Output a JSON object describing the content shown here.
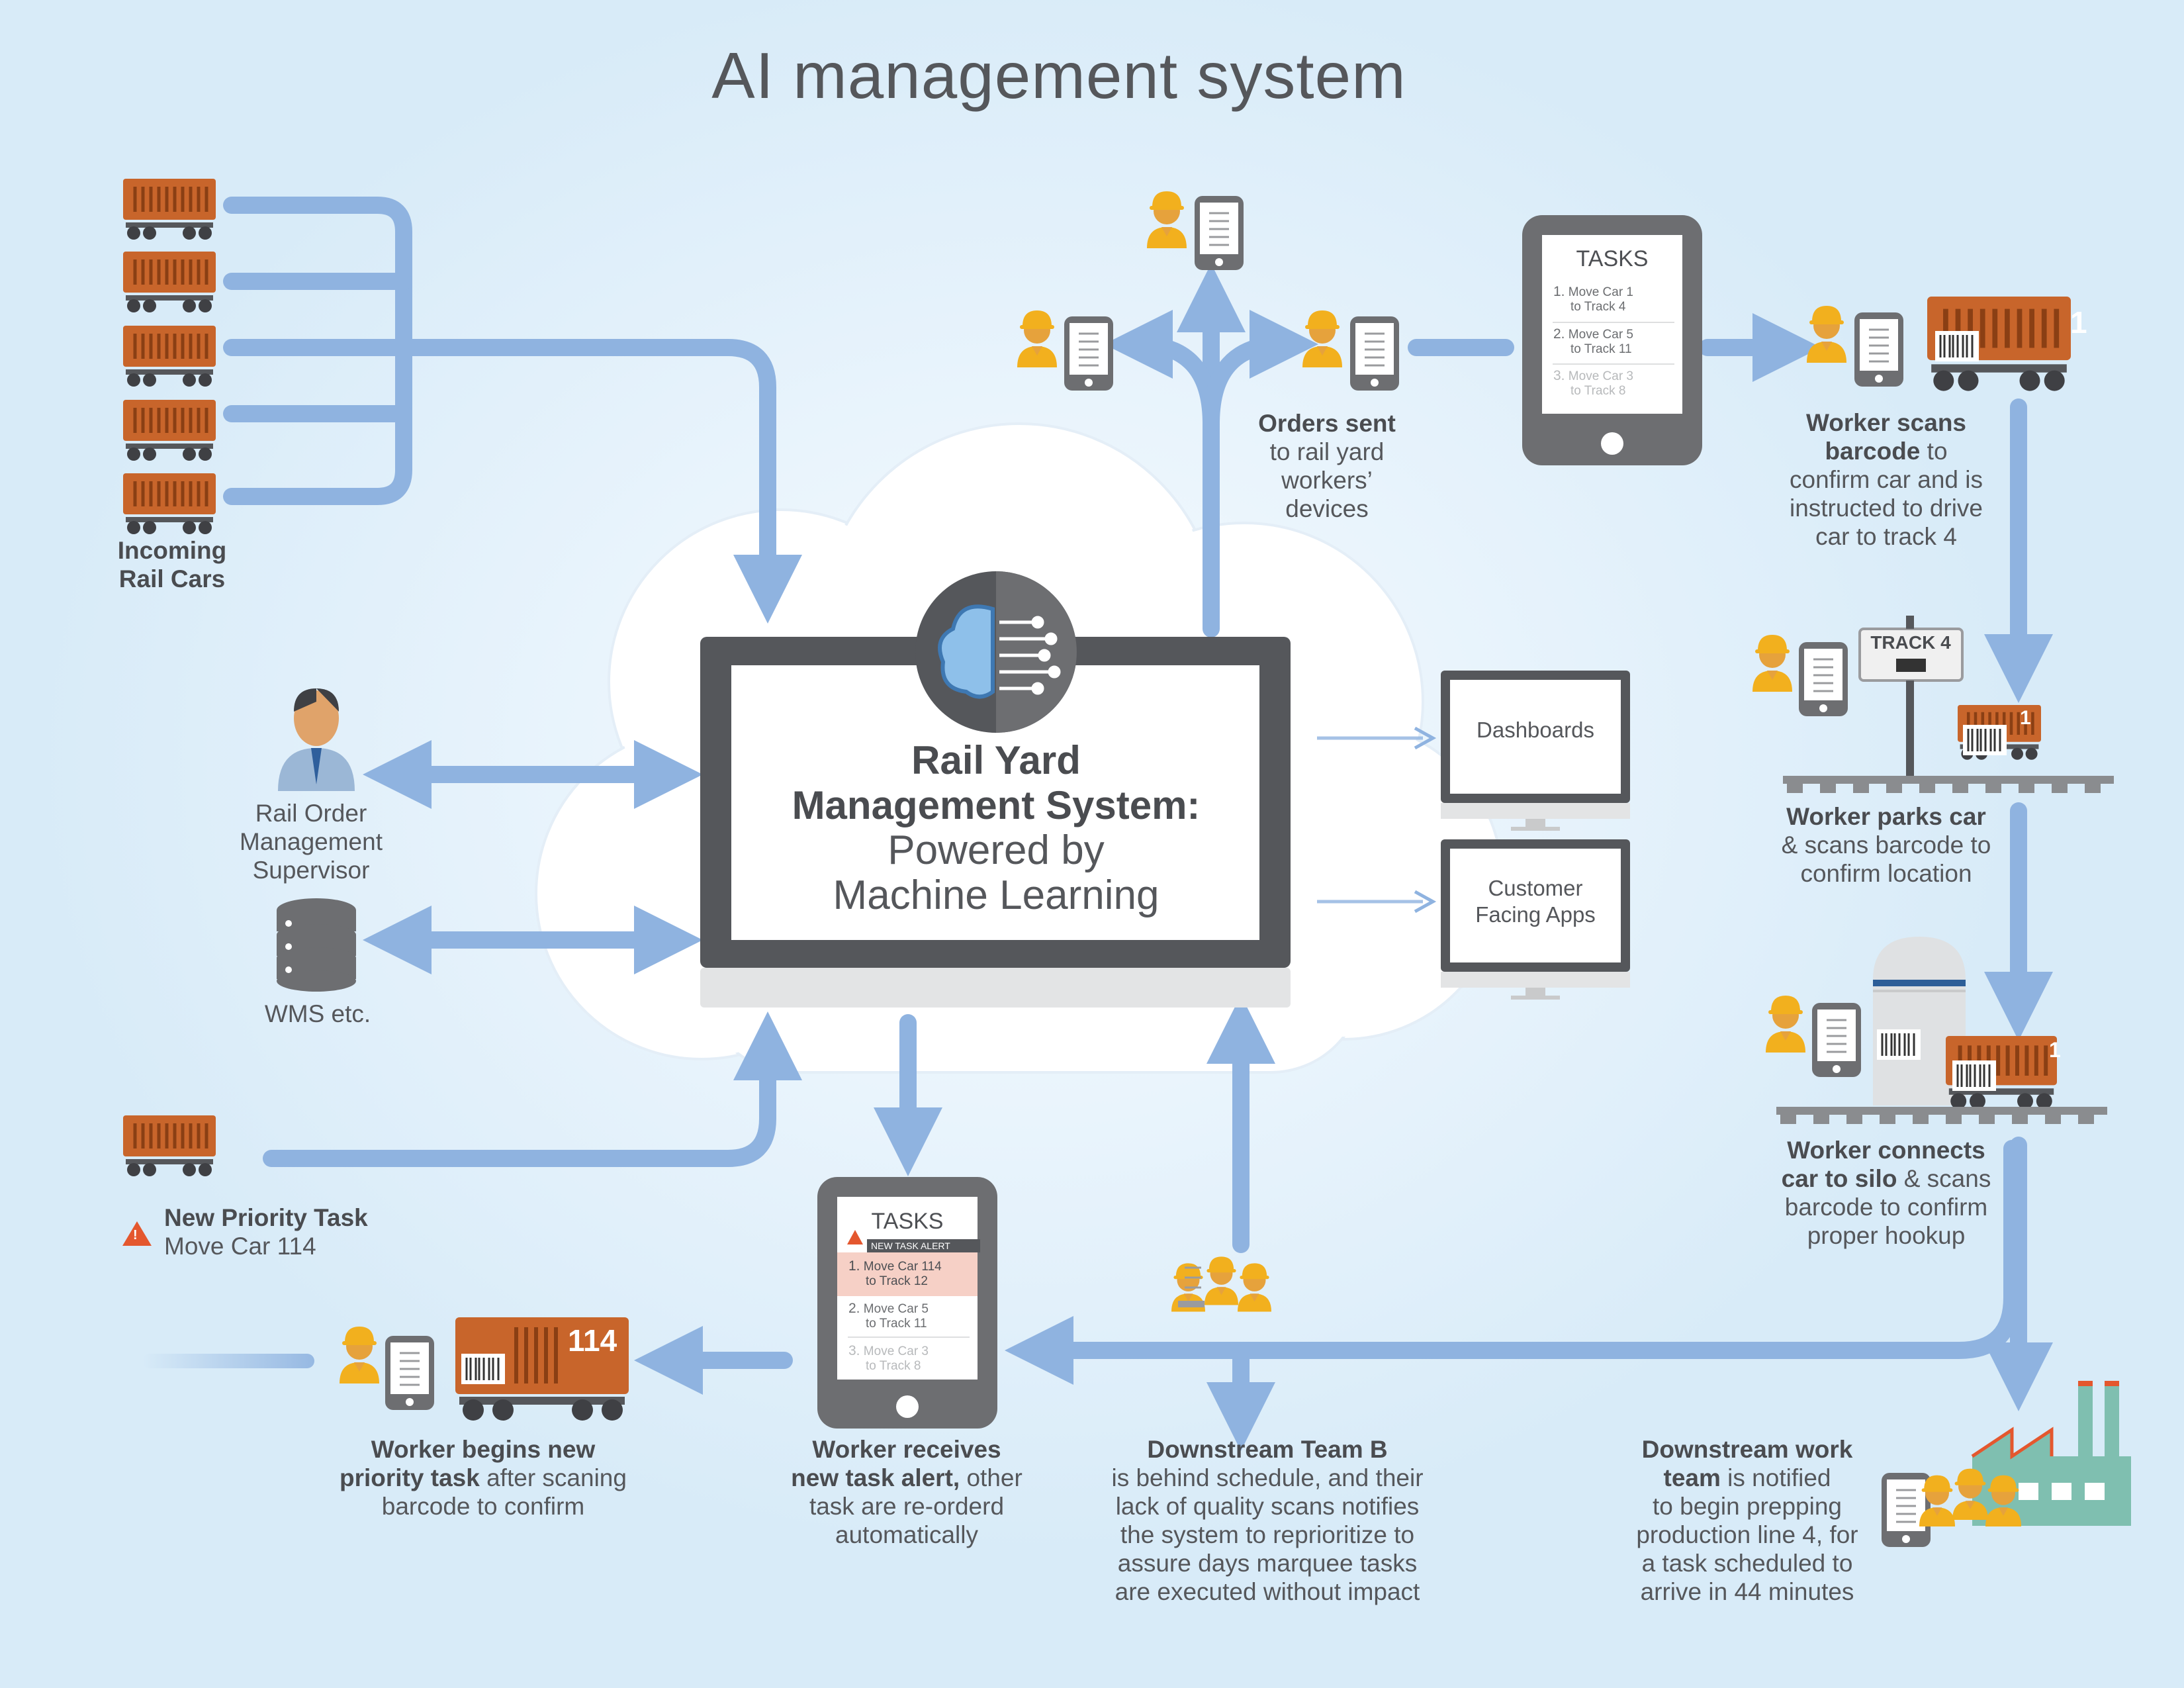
{
  "title": "AI management system",
  "center": {
    "line1": "Rail Yard",
    "line2": "Management System:",
    "line3": "Powered by",
    "line4": "Machine Learning"
  },
  "incoming": {
    "line1": "Incoming",
    "line2": "Rail Cars"
  },
  "supervisor": {
    "line1": "Rail Order",
    "line2": "Management",
    "line3": "Supervisor"
  },
  "wms": "WMS etc.",
  "priority": {
    "title": "New Priority Task",
    "sub": "Move Car 114"
  },
  "orders": {
    "bold": "Orders sent",
    "line2": "to rail yard",
    "line3": "workers’",
    "line4": "devices"
  },
  "tablet_top": {
    "title": "TASKS",
    "items": [
      {
        "num": "1.",
        "line1": "Move Car 1",
        "line2": "to Track 4"
      },
      {
        "num": "2.",
        "line1": "Move Car 5",
        "line2": "to Track 11"
      },
      {
        "num": "3.",
        "line1": "Move Car 3",
        "line2": "to Track 8"
      }
    ]
  },
  "tablet_bottom": {
    "title": "TASKS",
    "alert": "NEW TASK ALERT",
    "items": [
      {
        "num": "1.",
        "line1": "Move Car 114",
        "line2": "to Track 12"
      },
      {
        "num": "2.",
        "line1": "Move Car 5",
        "line2": "to Track 11"
      },
      {
        "num": "3.",
        "line1": "Move Car 3",
        "line2": "to Track 8"
      }
    ]
  },
  "scan": {
    "bold1": "Worker scans",
    "bold2": "barcode",
    "rest2": " to",
    "line3": "confirm car and is",
    "line4": "instructed to drive",
    "line5": "car to track 4"
  },
  "park": {
    "bold": "Worker parks car",
    "line2": "& scans barcode to",
    "line3": "confirm location"
  },
  "track_sign": "TRACK 4",
  "silo": {
    "bold1": "Worker connects",
    "bold2": "car to silo",
    "rest2": " & scans",
    "line3": "barcode to confirm",
    "line4": "proper hookup"
  },
  "dashboards": "Dashboards",
  "customer_apps": {
    "line1": "Customer",
    "line2": "Facing Apps"
  },
  "begins": {
    "bold1": "Worker begins new",
    "bold2": "priority task",
    "rest2": " after scaning",
    "line3": "barcode to confirm"
  },
  "receives": {
    "bold1": "Worker receives",
    "bold2": "new task alert,",
    "rest2": " other",
    "line3": "task are re-orderd",
    "line4": "automatically"
  },
  "team_b": {
    "bold": "Downstream Team B",
    "line2": "is behind schedule, and their",
    "line3": "lack of quality scans notifies",
    "line4": "the system to reprioritize to",
    "line5": "assure days marquee tasks",
    "line6": "are executed without impact"
  },
  "work_team": {
    "bold1": "Downstream work",
    "bold2": "team",
    "rest2": " is notified",
    "line3": "to begin prepping",
    "line4": "production line 4, for",
    "line5": "a task scheduled to",
    "line6": "arrive in 44 minutes"
  },
  "car_numbers": {
    "scan": "1",
    "park": "1",
    "silo": "1",
    "priority": "114"
  },
  "colors": {
    "arrow": "#8fb3e0",
    "railcar": "#c8652b",
    "railcar_dark": "#a44e1c",
    "device": "#6d6e71",
    "hardhat": "#f2b01e",
    "skin": "#e6a23c",
    "factory": "#7fbfb0",
    "alert": "#e4572e"
  }
}
